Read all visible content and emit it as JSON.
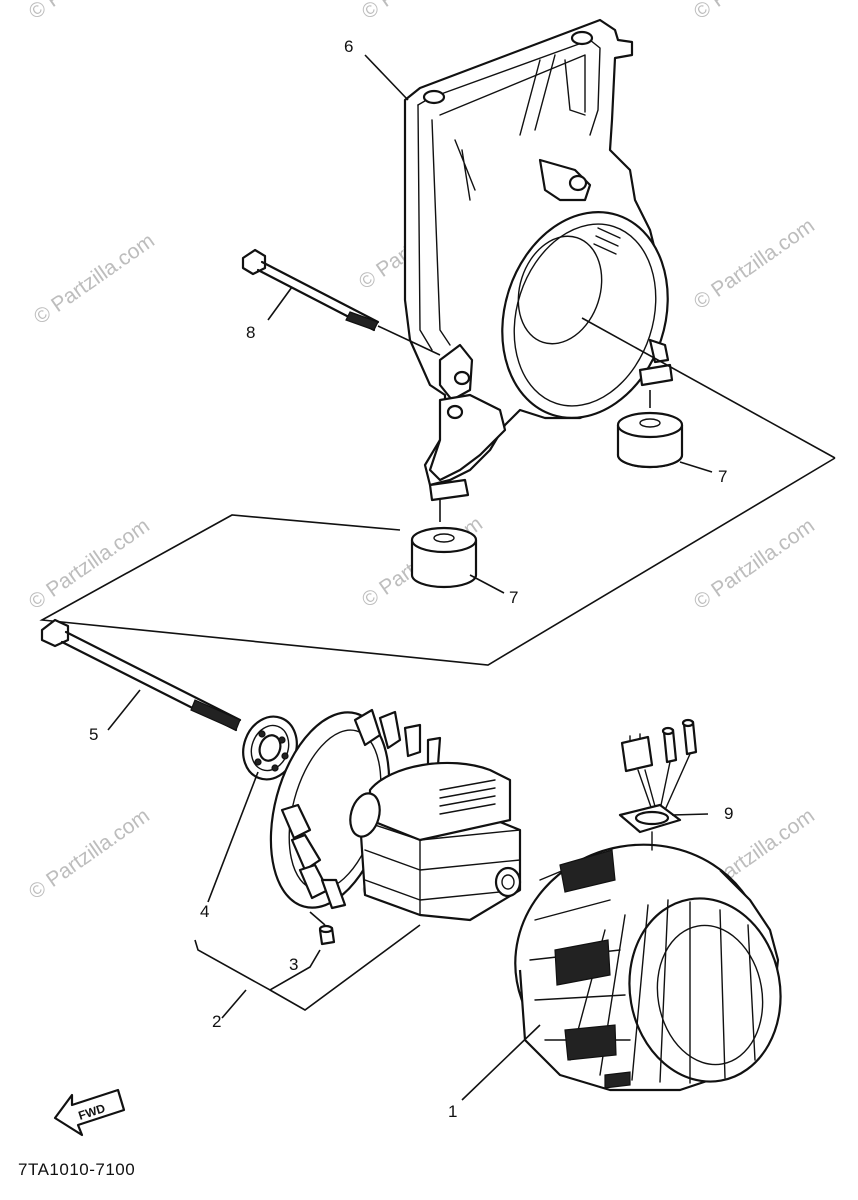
{
  "watermark": "© Partzilla.com",
  "diagram_code": "7TA1010-7100",
  "fwd_label": "FWD",
  "callouts": {
    "c1": "1",
    "c2": "2",
    "c3": "3",
    "c4": "4",
    "c5": "5",
    "c6": "6",
    "c7a": "7",
    "c7b": "7",
    "c8": "8",
    "c9": "9"
  }
}
